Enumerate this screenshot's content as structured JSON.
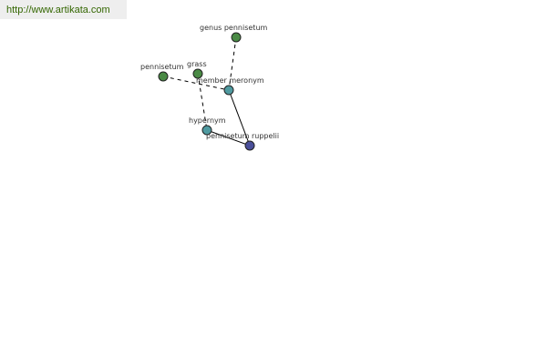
{
  "site": {
    "url": "http://www.artikata.com",
    "url_color": "#336600"
  },
  "colors": {
    "edge": "#000000",
    "label": "#333333",
    "node_stroke": "#222222"
  },
  "graph": {
    "nodes": [
      {
        "id": "genus-pennisetum",
        "label": "genus pennisetum",
        "color": "#4a8a45"
      },
      {
        "id": "pennisetum",
        "label": "pennisetum",
        "color": "#4a8a45"
      },
      {
        "id": "grass",
        "label": "grass",
        "color": "#4a8a45"
      },
      {
        "id": "member-meronym",
        "label": "member meronym",
        "color": "#4f9aa0"
      },
      {
        "id": "hypernym",
        "label": "hypernym",
        "color": "#4f9aa0"
      },
      {
        "id": "pennisetum-ruppelii",
        "label": "pennisetum ruppelii",
        "color": "#4a4f9a"
      }
    ],
    "edges": [
      {
        "from": "genus-pennisetum",
        "to": "member-meronym",
        "style": "dashed"
      },
      {
        "from": "pennisetum",
        "to": "member-meronym",
        "style": "dashed"
      },
      {
        "from": "grass",
        "to": "hypernym",
        "style": "dashed"
      },
      {
        "from": "member-meronym",
        "to": "pennisetum-ruppelii",
        "style": "solid"
      },
      {
        "from": "hypernym",
        "to": "pennisetum-ruppelii",
        "style": "solid"
      }
    ]
  }
}
